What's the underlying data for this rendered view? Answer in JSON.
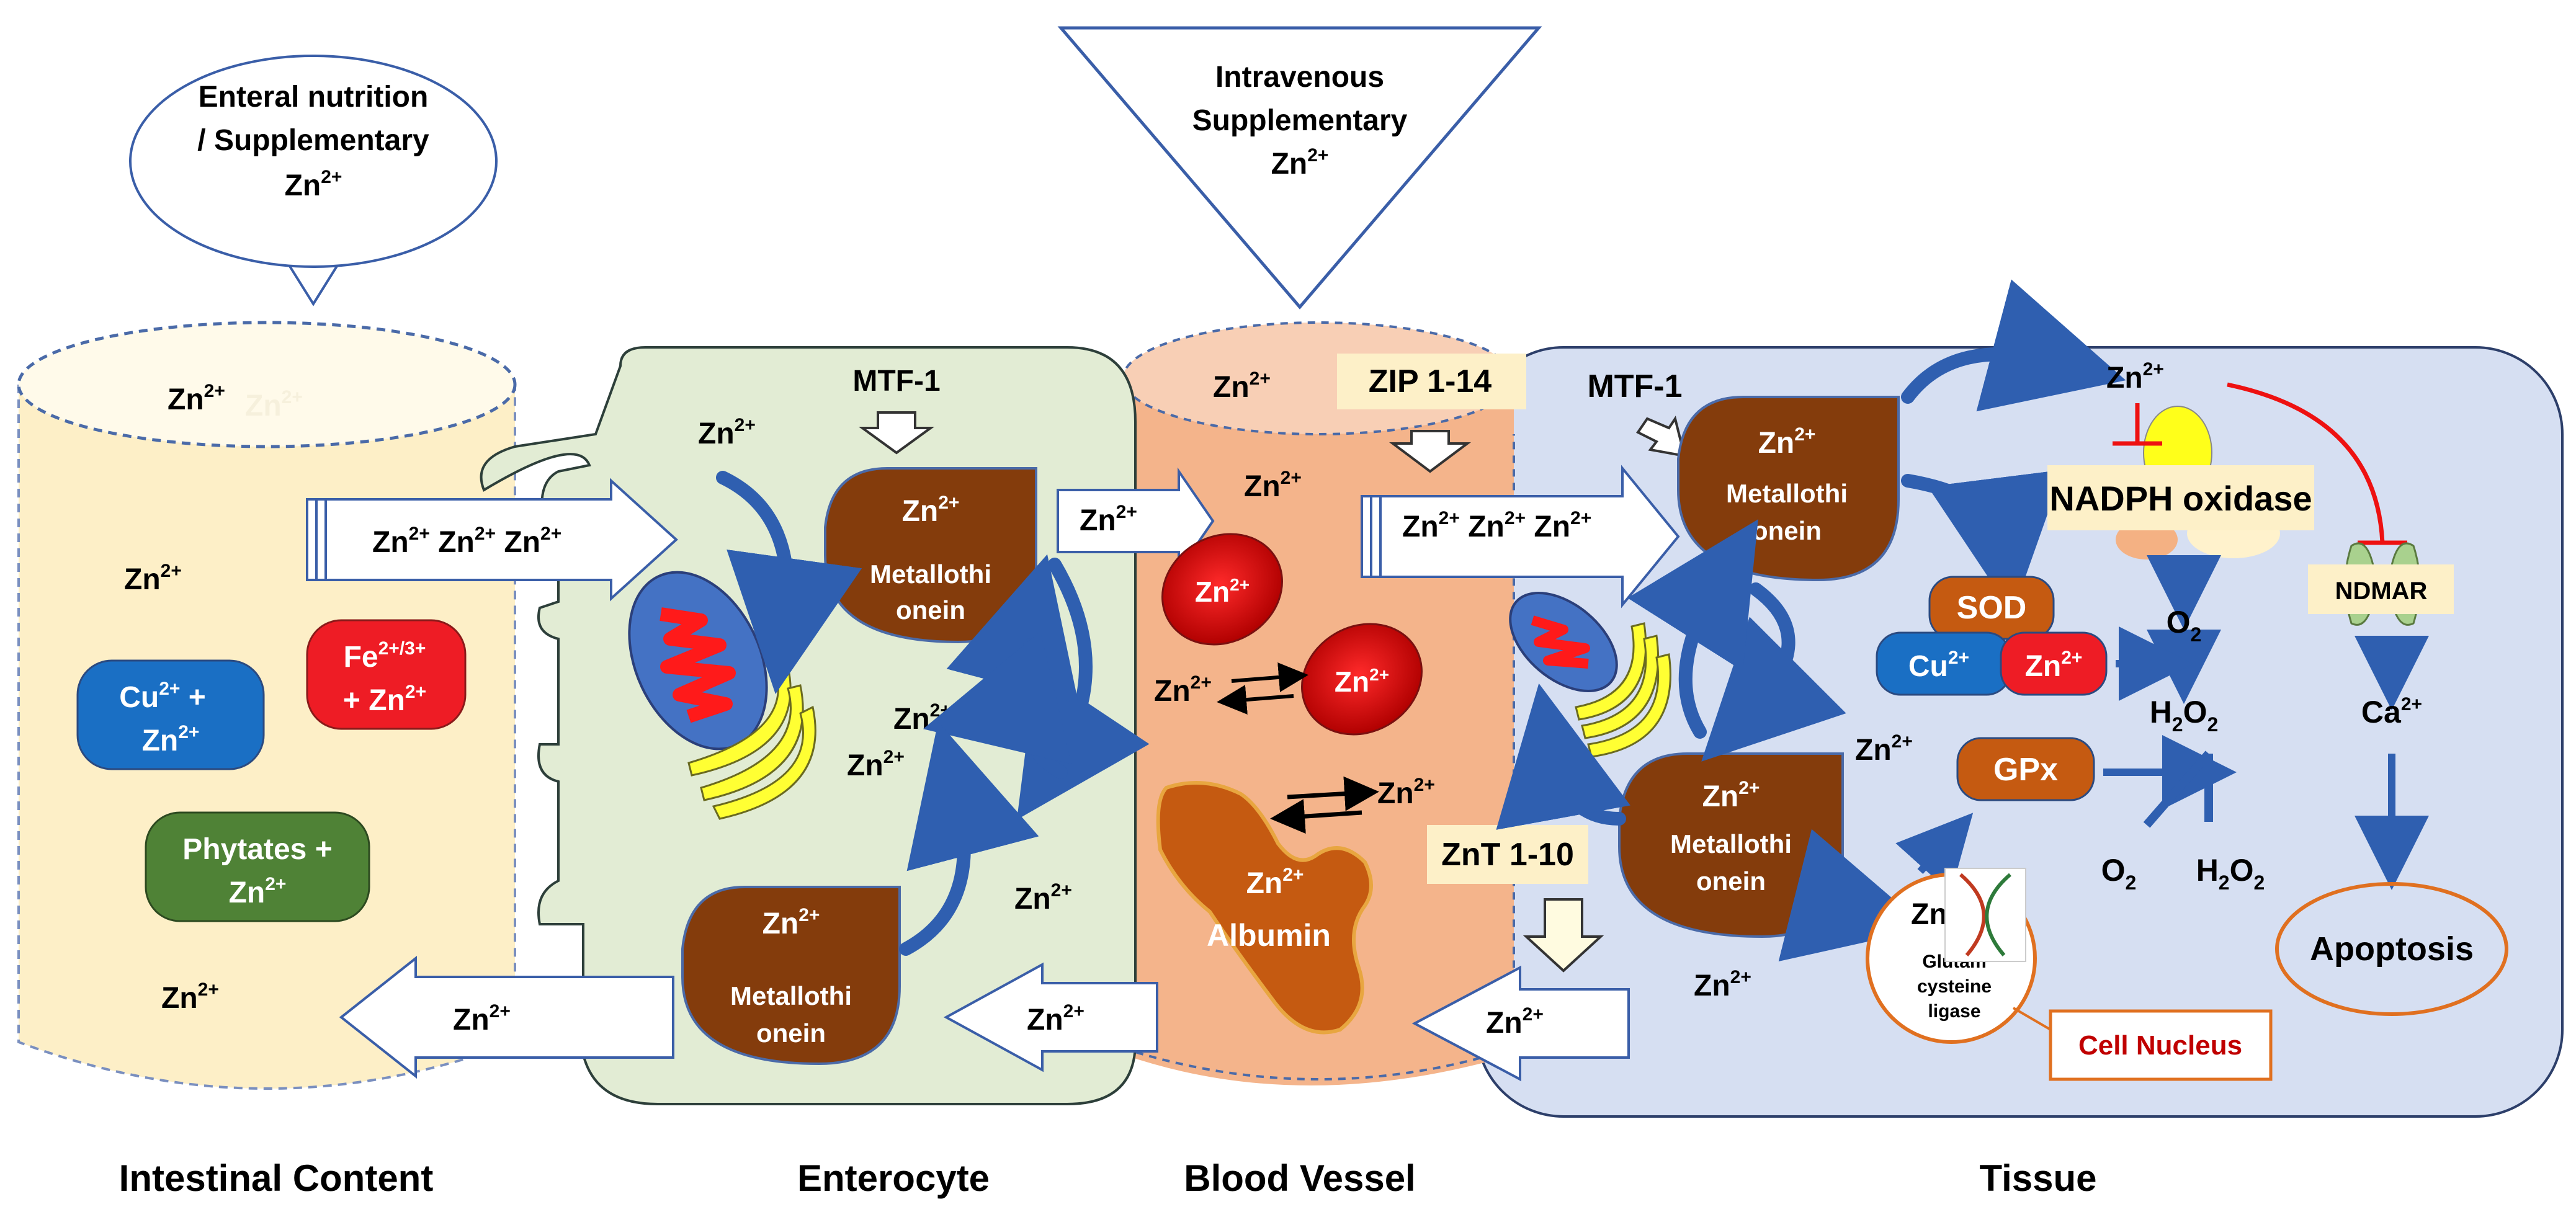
{
  "sources": {
    "enteral": [
      "Enteral nutrition",
      "/ Supplementary",
      "Zn"
    ],
    "intravenous": [
      "Intravenous",
      "Supplementary",
      "Zn"
    ]
  },
  "ion": {
    "zn_base": "Zn",
    "zn_charge": "2+",
    "cu_base": "Cu",
    "cu_charge": "2+",
    "fe_charge": "2+/3+",
    "ca_base": "Ca",
    "ca_charge": "2+"
  },
  "intestinal": {
    "cu_complex": [
      "Cu",
      "+",
      "Zn"
    ],
    "fe_complex": [
      "Fe",
      "+ Zn"
    ],
    "phytates": [
      "Phytates +",
      "Zn"
    ]
  },
  "enterocyte": {
    "mtf": "MTF-1"
  },
  "metallothionein": [
    "Metallothi",
    "onein"
  ],
  "blood": {
    "zip": "ZIP 1-14",
    "znt": "ZnT 1-10",
    "albumin": "Albumin"
  },
  "tissue": {
    "mtf": "MTF-1",
    "nadph": "NADPH oxidase",
    "ndmar": "NDMAR",
    "sod": "SOD",
    "gpx": "GPx",
    "o2": [
      "O",
      "2"
    ],
    "h2o2": [
      "H",
      "2",
      "O",
      "2"
    ],
    "apoptosis": "Apoptosis",
    "ligase": [
      "Glutam",
      "cysteine",
      "ligase"
    ],
    "nucleus": "Cell Nucleus"
  },
  "compartments": [
    "Intestinal Content",
    "Enterocyte",
    "Blood Vessel",
    "Tissue"
  ]
}
